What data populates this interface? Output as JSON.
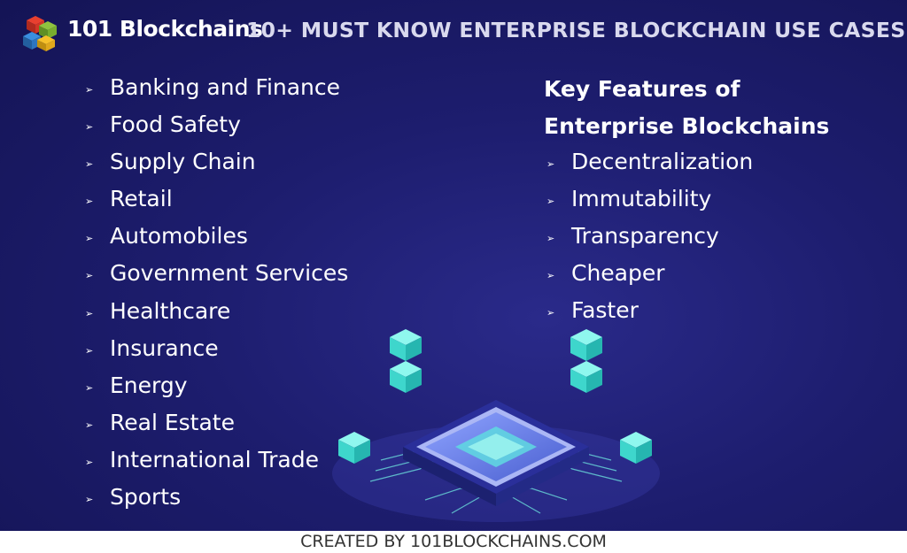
{
  "header": {
    "brand": "101 Blockchains",
    "headline": "10+ MUST KNOW ENTERPRISE BLOCKCHAIN USE CASES",
    "logo_icon": "colored-cubes-logo-icon"
  },
  "use_cases": {
    "bullet": "➢",
    "items": [
      "Banking and Finance",
      "Food Safety",
      "Supply Chain",
      "Retail",
      "Automobiles",
      "Government Services",
      "Healthcare",
      "Insurance",
      "Energy",
      "Real Estate",
      "International Trade",
      "Sports"
    ]
  },
  "features": {
    "title_line1": "Key Features of",
    "title_line2": "Enterprise Blockchains",
    "items": [
      "Decentralization",
      "Immutability",
      "Transparency",
      "Cheaper",
      "Faster"
    ]
  },
  "artwork": {
    "icon": "blockchain-chip-icon"
  },
  "footer": {
    "credit": "CREATED BY 101BLOCKCHAINS.COM"
  },
  "colors": {
    "background": "#1d1d6e",
    "text": "#ffffff",
    "accent": "#3ee6d6",
    "chip": "#6a7fe0"
  }
}
